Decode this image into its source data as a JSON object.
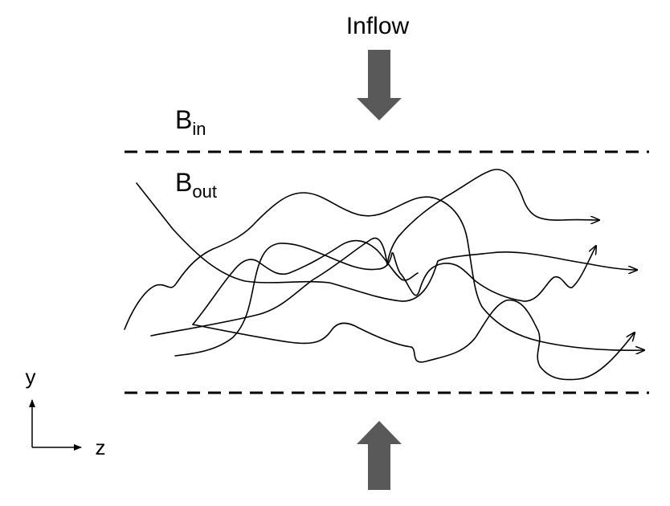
{
  "inflow_label": "Inflow",
  "b_in": {
    "main": "B",
    "sub": "in"
  },
  "b_out": {
    "main": "B",
    "sub": "out"
  },
  "axes": {
    "y_label": "y",
    "z_label": "z"
  },
  "colors": {
    "arrow_fill": "#595959",
    "line": "#000000",
    "background": "#ffffff"
  }
}
